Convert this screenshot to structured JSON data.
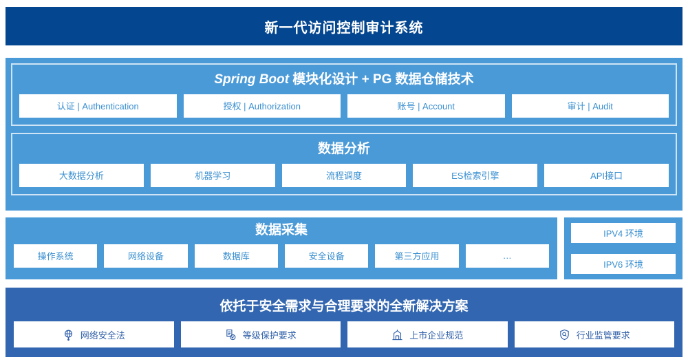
{
  "header": {
    "title": "新一代访问控制审计系统"
  },
  "stack": {
    "panels": [
      {
        "title_italic": "Spring Boot",
        "title_rest": " 模块化设计 + PG 数据仓储技术",
        "chips": [
          "认证 | Authentication",
          "授权 | Authorization",
          "账号 | Account",
          "审计 | Audit"
        ]
      },
      {
        "title": "数据分析",
        "chips": [
          "大数据分析",
          "机器学习",
          "流程调度",
          "ES检索引擎",
          "API接口"
        ]
      }
    ]
  },
  "collection": {
    "title": "数据采集",
    "chips": [
      "操作系统",
      "网络设备",
      "数据库",
      "安全设备",
      "第三方应用",
      "…"
    ]
  },
  "environments": {
    "items": [
      "IPV4 环境",
      "IPV6 环境"
    ]
  },
  "solution": {
    "title": "依托于安全需求与合理要求的全新解决方案",
    "chips": [
      {
        "label": "网络安全法",
        "icon": "globe-icon"
      },
      {
        "label": "等级保护要求",
        "icon": "document-check-icon"
      },
      {
        "label": "上市企业规范",
        "icon": "bank-building-icon"
      },
      {
        "label": "行业监管要求",
        "icon": "shield-search-icon"
      }
    ]
  },
  "colors": {
    "header_navy": "#04468f",
    "panel_blue": "#4a9ad8",
    "solution_blue": "#3266b0",
    "chip_text_blue": "#3a8fd0",
    "solution_chip_text": "#2f5fa8"
  }
}
